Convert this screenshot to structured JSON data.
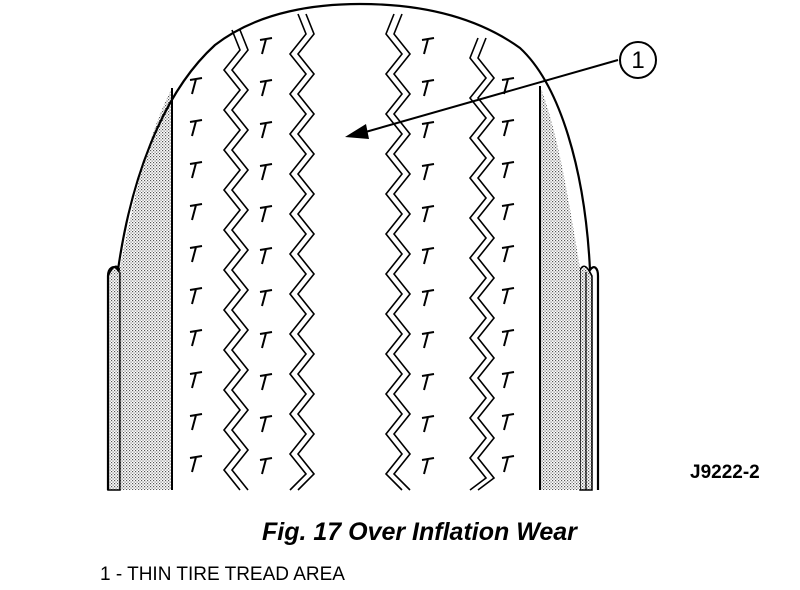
{
  "figure": {
    "code": "J9222-2",
    "caption": "Fig. 17 Over Inflation Wear",
    "callout_number": "1",
    "legend_entries": [
      "1 - THIN TIRE TREAD AREA"
    ]
  }
}
